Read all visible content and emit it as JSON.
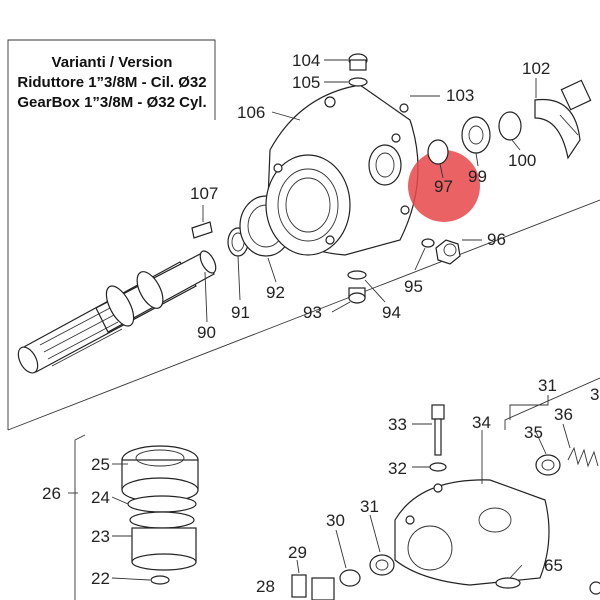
{
  "header": {
    "line1": "Varianti / Version",
    "line2": "Riduttore 1”3/8M - Cil. Ø32",
    "line3": "GearBox 1”3/8M - Ø32 Cyl."
  },
  "callouts": {
    "p104": "104",
    "p105": "105",
    "p103": "103",
    "p102": "102",
    "p106": "106",
    "p107": "107",
    "p97": "97",
    "p99": "99",
    "p100": "100",
    "p96": "96",
    "p95": "95",
    "p94": "94",
    "p93": "93",
    "p92": "92",
    "p91": "91",
    "p90": "90",
    "p33": "33",
    "p34": "34",
    "p31a": "31",
    "p31b": "31",
    "p36": "36",
    "p35": "35",
    "p32": "32",
    "p30": "30",
    "p29": "29",
    "p28": "28",
    "p65": "65",
    "p25": "25",
    "p24": "24",
    "p23": "23",
    "p22": "22",
    "p26": "26",
    "p3x": "3"
  },
  "colors": {
    "highlight": "#e8474a",
    "line": "#222222"
  }
}
